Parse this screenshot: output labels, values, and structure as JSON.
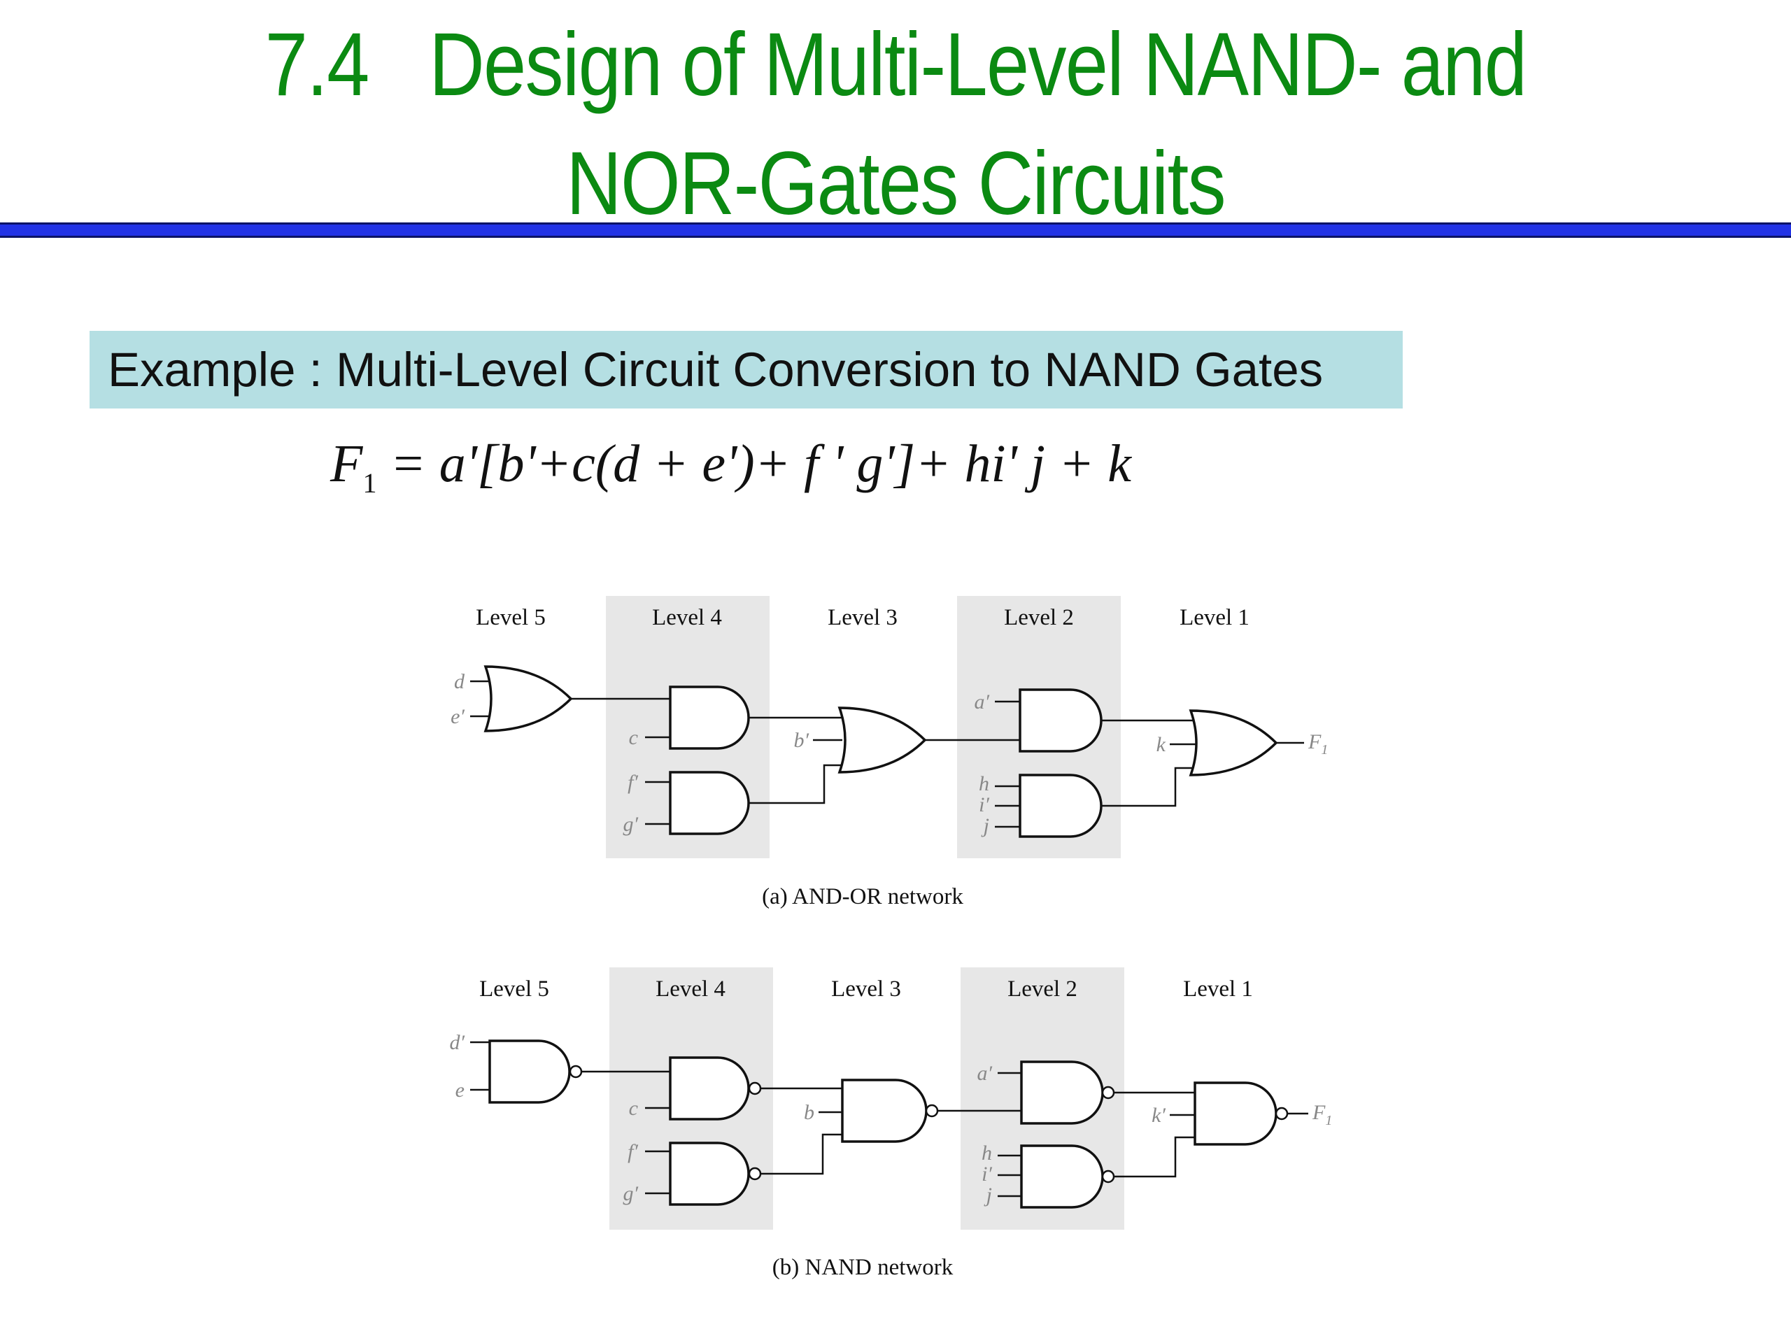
{
  "slide": {
    "title_line1": "7.4   Design of Multi-Level NAND- and",
    "title_line2": "NOR-Gates Circuits",
    "example_label": "Example : Multi-Level Circuit Conversion to NAND Gates"
  },
  "formula": {
    "lhs": "F",
    "lhs_sub": "1",
    "rhs": " = a'[b'+c(d + e')+ f ' g']+ hi' j + k"
  },
  "colors": {
    "title": "#0b8a12",
    "rule": "#2233e6",
    "example_bg": "#b5dfe3",
    "level_band": "#e7e7e7"
  },
  "levels": [
    "Level 5",
    "Level 4",
    "Level 3",
    "Level 2",
    "Level 1"
  ],
  "diagram_a": {
    "caption": "(a) AND-OR network",
    "inputs": {
      "d": "d",
      "e": "e′",
      "c": "c",
      "f": "f′",
      "g": "g′",
      "b": "b′",
      "a": "a′",
      "h": "h",
      "i": "i′",
      "j": "j",
      "k": "k"
    },
    "output": {
      "base": "F",
      "sub": "1"
    }
  },
  "diagram_b": {
    "caption": "(b) NAND network",
    "inputs": {
      "d": "d′",
      "e": "e",
      "c": "c",
      "f": "f′",
      "g": "g′",
      "b": "b",
      "a": "a′",
      "h": "h",
      "i": "i′",
      "j": "j",
      "k": "k′"
    },
    "output": {
      "base": "F",
      "sub": "1"
    }
  }
}
